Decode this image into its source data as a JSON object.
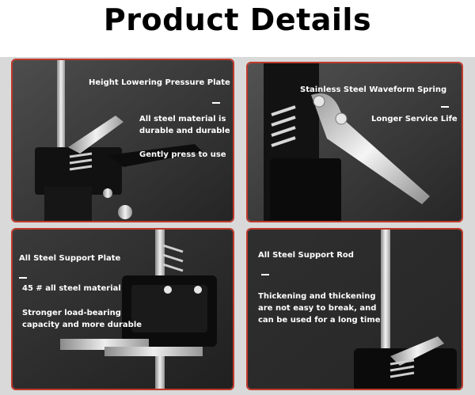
{
  "page": {
    "title": "Product Details"
  },
  "colors": {
    "panel_border": "#c0392b",
    "panel_bg_dark": "#2b2b2b",
    "panel_bg_light": "#4a4a4a",
    "band": "#d9d9d9",
    "text": "#ffffff"
  },
  "panels": [
    {
      "heading": "Height Lowering Pressure Plate",
      "line1": "All steel material is",
      "line2": "durable and durable",
      "line3": "Gently press to use"
    },
    {
      "heading": "Stainless Steel Waveform Spring",
      "line1": "Longer Service Life"
    },
    {
      "heading": "All Steel Support Plate",
      "line1": "45 # all steel material",
      "line2": "Stronger load-bearing",
      "line3": "capacity and more durable"
    },
    {
      "heading": "All Steel Support Rod",
      "line1": "Thickening and thickening",
      "line2": "are not easy to break, and",
      "line3": "can be used for a long time"
    }
  ]
}
